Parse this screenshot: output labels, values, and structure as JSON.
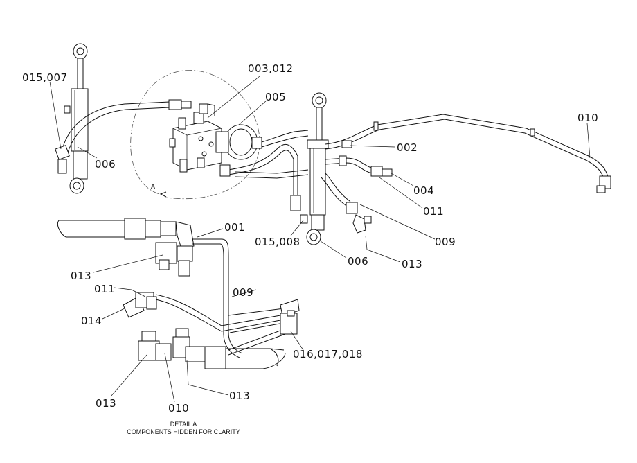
{
  "labels": {
    "l_015_007": "015,007",
    "l_003_012": "003,012",
    "l_005": "005",
    "l_006_top": "006",
    "l_010_right": "010",
    "l_002": "002",
    "l_004": "004",
    "l_011_right": "011",
    "l_009_right": "009",
    "l_015_008": "015,008",
    "l_006_mid": "006",
    "l_013_right": "013",
    "l_001": "001",
    "l_013_left": "013",
    "l_011_left": "011",
    "l_009_detail": "009",
    "l_014": "014",
    "l_016_017_018": "016,017,018",
    "l_013_bottom_left": "013",
    "l_010_bottom": "010",
    "l_013_bottom": "013",
    "detail_marker": "A"
  },
  "caption": {
    "line1": "DETAIL  A",
    "line2": "COMPONENTS HIDDEN FOR CLARITY"
  }
}
